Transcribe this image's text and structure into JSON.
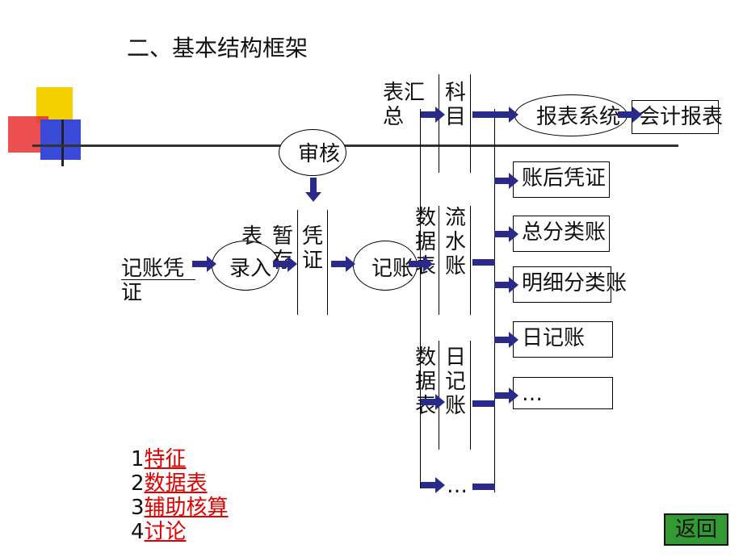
{
  "title": "二、基本结构框架",
  "left": {
    "voucher_label": "记账凭证",
    "entry_node": "录入",
    "temp_store_labels": [
      "表",
      "暂存"
    ],
    "voucher_store": "凭证",
    "audit_node": "审核",
    "posting_node": "记账"
  },
  "stores": {
    "summary": {
      "left": "表汇总",
      "right": "科目"
    },
    "journal": {
      "left": "数据表",
      "right": "流水账"
    },
    "daily": {
      "left": "数据表",
      "right": "日记账"
    }
  },
  "report_system": "报表系统",
  "outputs": [
    "会计报表",
    "账后凭证",
    "总分类账",
    "明细分类账",
    "日记账",
    "…"
  ],
  "bottom_ellipsis": "…",
  "links": [
    {
      "num": "1",
      "label": "特征"
    },
    {
      "num": "2",
      "label": "数据表"
    },
    {
      "num": "3",
      "label": "辅助核算"
    },
    {
      "num": "4",
      "label": "讨论"
    }
  ],
  "back_button": "返回",
  "colors": {
    "arrow": "#2a2a8a",
    "link": "#e00000",
    "back_bg": "#339933"
  }
}
